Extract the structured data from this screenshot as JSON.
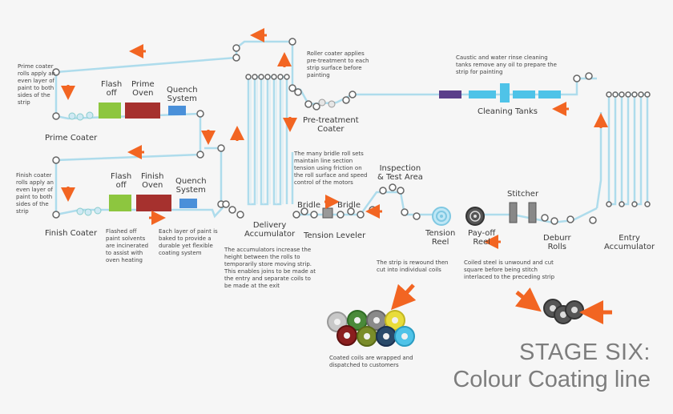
{
  "title": {
    "line1": "STAGE SIX:",
    "line2": "Colour Coating line"
  },
  "colors": {
    "strip": "#aedcec",
    "roller": "#666666",
    "arrow": "#f26522",
    "flash_off": "#8dc63f",
    "oven": "#a6312e",
    "quench": "#4a90d9",
    "cleaning_left": "#5b3f8a",
    "cleaning_tank": "#4fc3e8"
  },
  "labels": {
    "prime_coater": "Prime Coater",
    "flash_off_1": "Flash\noff",
    "prime_oven": "Prime\nOven",
    "quench_1": "Quench\nSystem",
    "finish_coater": "Finish Coater",
    "flash_off_2": "Flash\noff",
    "finish_oven": "Finish\nOven",
    "quench_2": "Quench\nSystem",
    "delivery_accumulator": "Delivery\nAccumulator",
    "pre_treatment_coater": "Pre-treatment\nCoater",
    "cleaning_tanks": "Cleaning Tanks",
    "bridle_left": "Bridle",
    "bridle_right": "Bridle",
    "tension_leveler": "Tension Leveler",
    "inspection": "Inspection\n& Test Area",
    "tension_reel": "Tension\nReel",
    "payoff_reel": "Pay-off\nReel",
    "stitcher": "Stitcher",
    "deburr_rolls": "Deburr\nRolls",
    "entry_accumulator": "Entry\nAccumulator"
  },
  "notes": {
    "prime_coater": "Prime coater\nrolls apply an\neven layer of\npaint to both\nsides of the\nstrip",
    "finish_coater": "Finish coater\nrolls apply an\neven layer of\npaint to both\nsides of the\nstrip",
    "flashed_off": "Flashed off\npaint solvents\nare incinerated\nto assist with\noven heating",
    "paint_baked": "Each layer of paint is\nbaked to provide a\ndurable yet flexible\ncoating system",
    "accumulators": "The accumulators increase the\nheight between the rolls to\ntemporarily store moving strip.\nThis enables joins to be made at\nthe entry and separate coils to\nbe made at the exit",
    "roller_coater": "Roller coater applies\npre-treatment to each\nstrip surface before\npainting",
    "caustic": "Caustic and water rinse cleaning\ntanks remove any oil to prepare the\nstrip for painting",
    "bridle_rolls": "The many bridle roll sets\nmaintain line section\ntension using friction on\nthe roll surface and speed\ncontrol of the motors",
    "rewound": "The strip is rewound then\ncut into individual coils",
    "coiled_steel": "Coiled steel is unwound and cut\nsquare before being stitch\ninterlaced to the preceding strip",
    "coated_coils": "Coated coils are wrapped and\ndispatched to customers"
  }
}
